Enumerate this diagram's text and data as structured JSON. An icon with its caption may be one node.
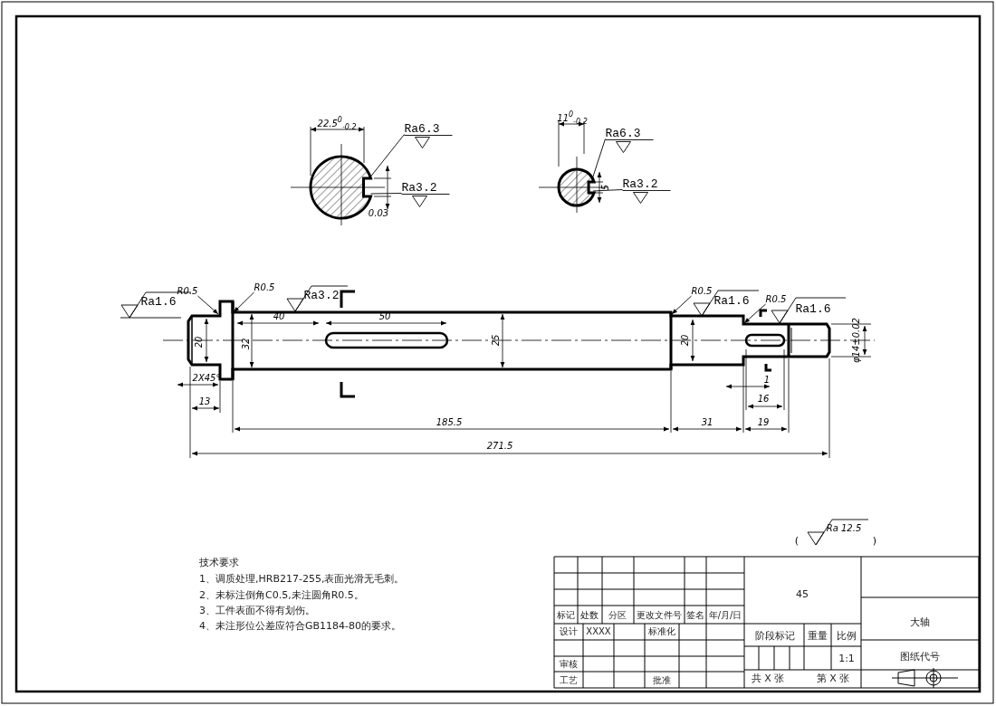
{
  "diagram": {
    "nodes": [
      {
        "text": [],
        "shape": "circle"
      },
      {
        "text": [
          "Ra6.3"
        ]
      },
      {
        "text": [
          "Ra3.2"
        ]
      },
      {
        "text": [],
        "shape": "circle"
      },
      {
        "text": [
          "Ra6.3"
        ]
      },
      {
        "text": [
          "Ra3.2"
        ]
      },
      {
        "text": [
          "R0.5"
        ]
      },
      {
        "text": [
          "R0.5"
        ]
      },
      {
        "text": [
          "R0.5"
        ]
      },
      {
        "text": [
          "R0.5"
        ]
      },
      {
        "text": [],
        "shape": "picture"
      }
    ],
    "edges": [
      {
        "from": 1,
        "to": 0,
        "arrow": "none"
      },
      {
        "from": 2,
        "to": 0,
        "arrow": "none"
      },
      {
        "from": 4,
        "to": 3,
        "arrow": "none"
      },
      {
        "from": 5,
        "to": 3,
        "arrow": "none"
      },
      {
        "from": 6,
        "to": 10,
        "arrow": "to"
      },
      {
        "from": 7,
        "to": 10,
        "arrow": "to"
      },
      {
        "from": 8,
        "to": 10,
        "arrow": "to"
      },
      {
        "from": 9,
        "to": 10,
        "arrow": "to"
      }
    ],
    "labels": [
      "22.5$^{0}$$_{-0.2}$",
      "11$^{0}$$_{-0.2}$",
      "0.03",
      "5",
      "Ra1.6",
      "Ra3.2",
      "Ra1.6",
      "Ra1.6",
      "40",
      "50",
      "20",
      "32",
      "25",
      "20",
      "φ14±0.02",
      "2X45°",
      "1",
      "13",
      "16",
      "185.5",
      "31",
      "19",
      "271.5",
      "(",
      "Ra 12.5",
      ")",
      "技术要求",
      "1、调质处理,HRB217-255,表面光滑无毛刺。",
      "2、未标注倒角C0.5,未注圆角R0.5。",
      "3、工件表面不得有划伤。",
      "4、未注形位公差应符合GB1184-80的要求。",
      "45",
      "标记",
      "处数",
      "分区",
      "更改文件号",
      "签名",
      "年/月/日",
      "大轴",
      "设计",
      "XXXX",
      "标准化",
      "阶段标记",
      "重量",
      "比例",
      "1:1",
      "图纸代号",
      "审核",
      "工艺",
      "批准",
      "共 X 张",
      "第 X 张"
    ]
  }
}
